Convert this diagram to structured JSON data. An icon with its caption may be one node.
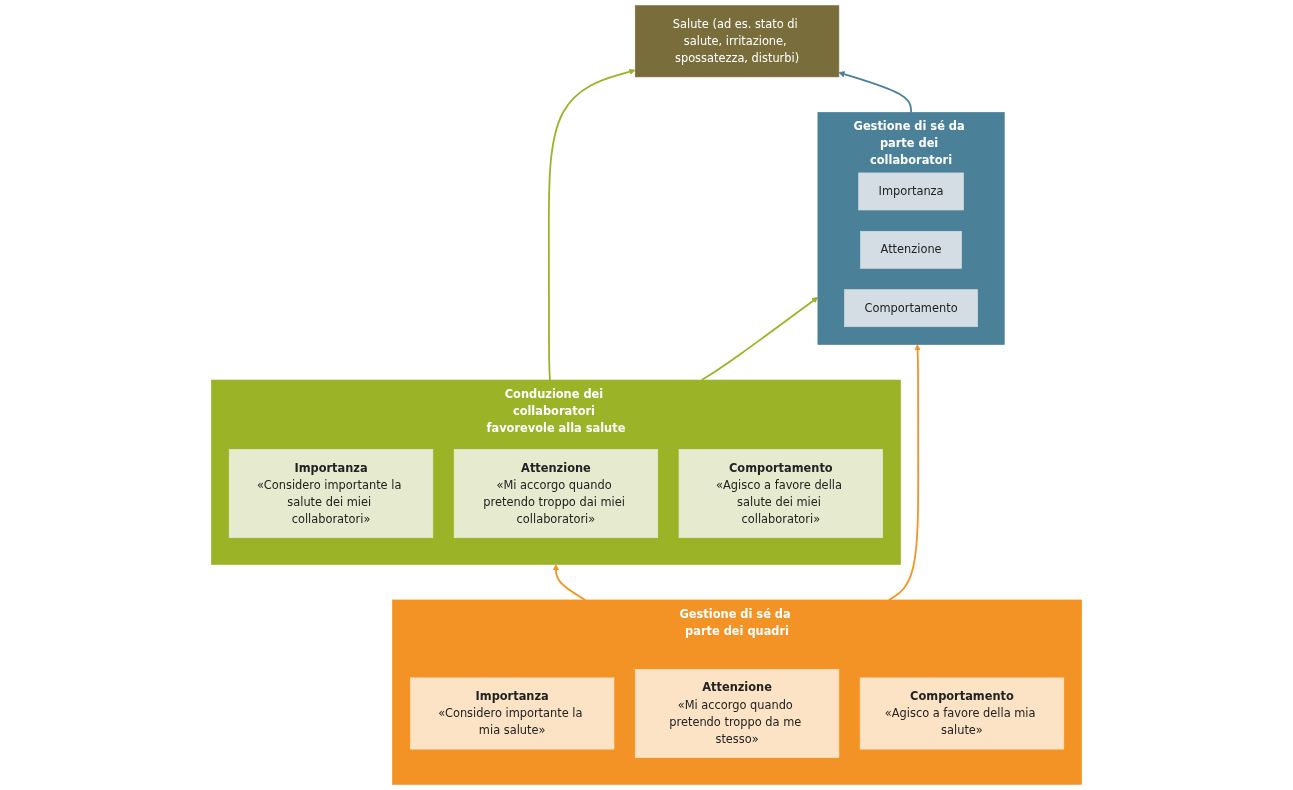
{
  "diagram": {
    "nodes": [
      {
        "text": [
          "Salute (ad es. stato di salute, irritazione, spossatezza, disturbi)"
        ]
      },
      {
        "text": [
          "Conduzione dei collaboratori favorevole alla salute"
        ]
      },
      {
        "text": [
          "Importanza",
          "«Considero importante la salute dei miei collaboratori»"
        ],
        "in": 1
      },
      {
        "text": [
          "Attenzione",
          "«Mi accorgo quando pretendo troppo dai miei collaboratori»"
        ],
        "in": 1
      },
      {
        "text": [
          "Comportamento",
          "«Agisco a favore della salute dei miei collaboratori»"
        ],
        "in": 1
      },
      {
        "text": [
          "Gestione di sé da parte dei collaboratori"
        ]
      },
      {
        "text": [
          "Importanza"
        ],
        "in": 5
      },
      {
        "text": [
          "Attenzione"
        ],
        "in": 5
      },
      {
        "text": [
          "Comportamento"
        ],
        "in": 5
      },
      {
        "text": [
          "Gestione di sé da parte dei quadri"
        ]
      },
      {
        "text": [
          "Importanza",
          "«Considero importante la mia salute»"
        ],
        "in": 9
      },
      {
        "text": [
          "Attenzione",
          "«Mi accorgo quando pretendo troppo da me stesso»"
        ],
        "in": 9
      },
      {
        "text": [
          "Comportamento",
          "«Agisco a favore della mia salute»"
        ],
        "in": 9
      }
    ],
    "edges": [
      {
        "from": 1,
        "to": 0,
        "arrow": "to",
        "color": "#9ab327"
      },
      {
        "from": 5,
        "to": 0,
        "arrow": "to",
        "color": "#4a8098"
      },
      {
        "from": 1,
        "to": 5,
        "arrow": "to",
        "color": "#9ab327"
      },
      {
        "from": 9,
        "to": 1,
        "arrow": "to",
        "color": "#f39325"
      },
      {
        "from": 9,
        "to": 5,
        "arrow": "to",
        "color": "#f39325"
      }
    ]
  }
}
